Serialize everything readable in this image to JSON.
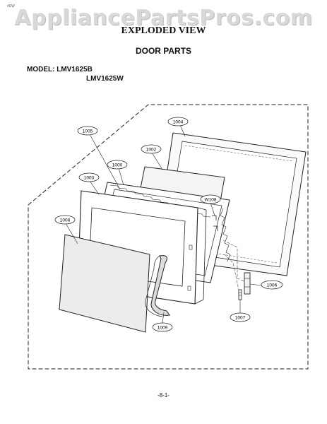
{
  "header": {
    "corner_tag": "#EW",
    "watermark": "AppliancePartsPros.com",
    "title": "EXPLODED VIEW",
    "subtitle": "DOOR PARTS"
  },
  "model": {
    "label": "MODEL:",
    "numbers": [
      "LMV1625B",
      "LMV1625W"
    ]
  },
  "callouts": {
    "c1004": "1004",
    "c1005": "1005",
    "c1002": "1002",
    "c1000": "1000",
    "c1003": "1003",
    "cW108": "W108",
    "c1008": "1008",
    "c1006": "1006",
    "c1007": "1007",
    "c1009": "1009"
  },
  "footer": {
    "page_number": "-8-1-"
  },
  "colors": {
    "line": "#222222",
    "watermark": "#d8d8d8",
    "panel_fill": "#f2f2f2"
  }
}
